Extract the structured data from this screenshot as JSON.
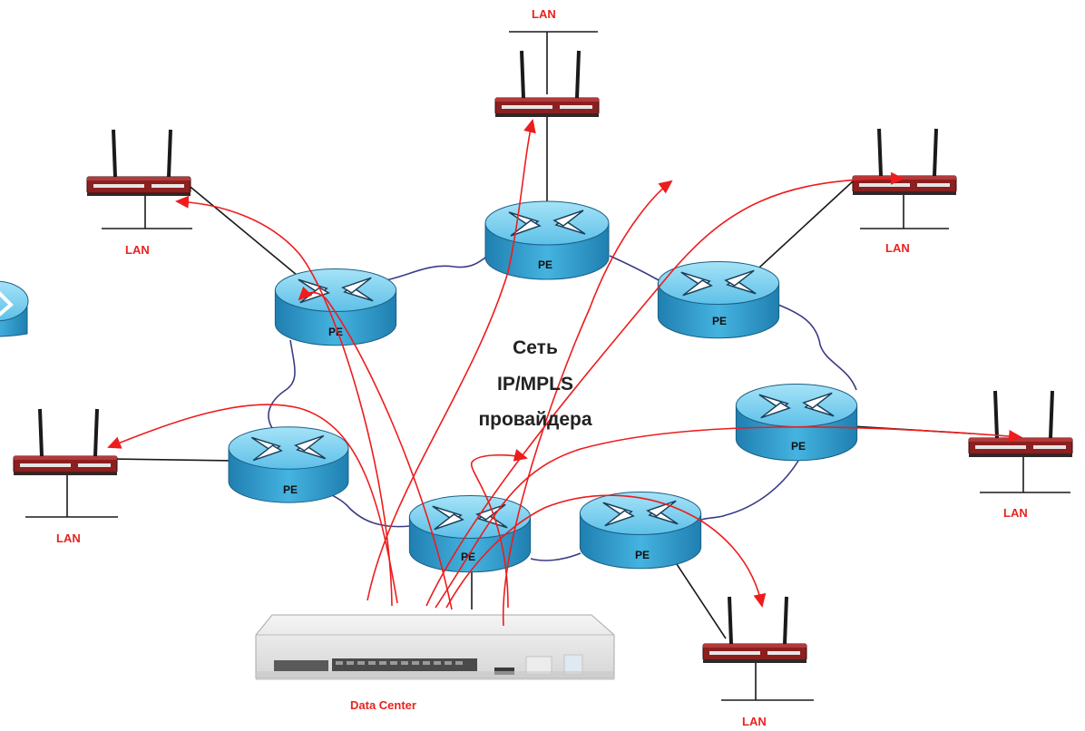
{
  "diagram": {
    "cloud_label_lines": [
      "Сеть",
      "IP/MPLS",
      "провайдера"
    ],
    "pe_label": "PE",
    "lan_label": "LAN",
    "data_center_label": "Data Center",
    "colors": {
      "router_body": "#3aa9d8",
      "router_top": "#7fd2f0",
      "flow_arrow": "#ee1c1c",
      "cloud_outline": "#3b3b86",
      "label_red": "#e8231f"
    },
    "edge_routers": [
      "pe-top",
      "pe-left-top",
      "pe-right-top",
      "pe-right",
      "pe-left-bottom",
      "pe-center-bottom",
      "pe-right-bottom"
    ],
    "customer_sites": [
      "site-top",
      "site-left-top",
      "site-right-top",
      "site-right",
      "site-left",
      "site-bottom-right"
    ]
  }
}
